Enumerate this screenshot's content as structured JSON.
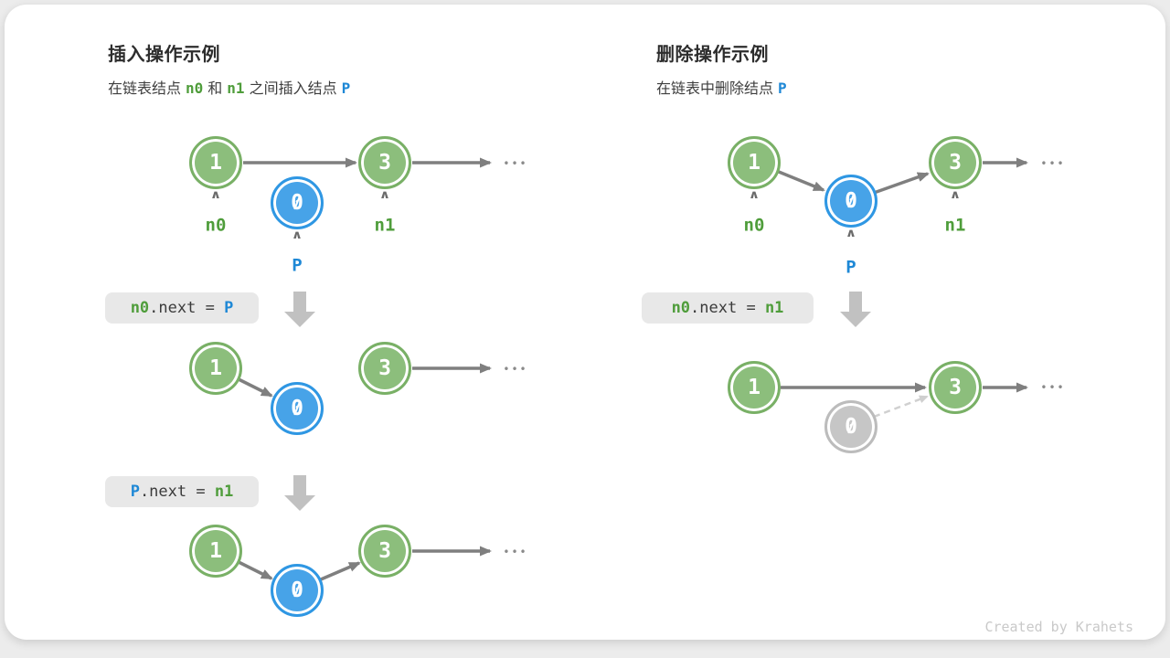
{
  "glyphs": {
    "caret": "∧",
    "ellipsis": "•••"
  },
  "colors": {
    "green_node_fill": "#8CBE7C",
    "blue_node_fill": "#47A3E8",
    "gray_node_fill": "#C6C6C6",
    "green_text": "#4F9D3B",
    "blue_text": "#1E88D6",
    "arrow_gray": "#7F7F7F",
    "code_box_bg": "#E8E8E8",
    "flow_arrow_gray": "#C1C1C1",
    "credit_gray": "#C9C9C9"
  },
  "left": {
    "title": "插入操作示例",
    "subtitle": {
      "t0": "在链表结点",
      "t1": "n0",
      "t2": "和",
      "t3": "n1",
      "t4": "之间插入结点",
      "t5": "P"
    },
    "d1": {
      "v1": "1",
      "v3": "3",
      "v0": "0",
      "label_n0": "n0",
      "label_n1": "n1",
      "label_p": "P"
    },
    "code1": {
      "lhs": "n0",
      "mid": ".next = ",
      "rhs": "P"
    },
    "d2": {
      "v1": "1",
      "v0": "0",
      "v3": "3"
    },
    "code2": {
      "lhs": "P",
      "mid": ".next = ",
      "rhs": "n1"
    },
    "d3": {
      "v1": "1",
      "v0": "0",
      "v3": "3"
    }
  },
  "right": {
    "title": "删除操作示例",
    "subtitle": {
      "t0": "在链表中删除结点",
      "t1": "P"
    },
    "d1": {
      "v1": "1",
      "v0": "0",
      "v3": "3",
      "label_n0": "n0",
      "label_p": "P",
      "label_n1": "n1"
    },
    "code": {
      "lhs": "n0",
      "mid": ".next = ",
      "rhs": "n1"
    },
    "d2": {
      "v1": "1",
      "v0": "0",
      "v3": "3"
    }
  },
  "footer": {
    "credit": "Created by Krahets"
  }
}
